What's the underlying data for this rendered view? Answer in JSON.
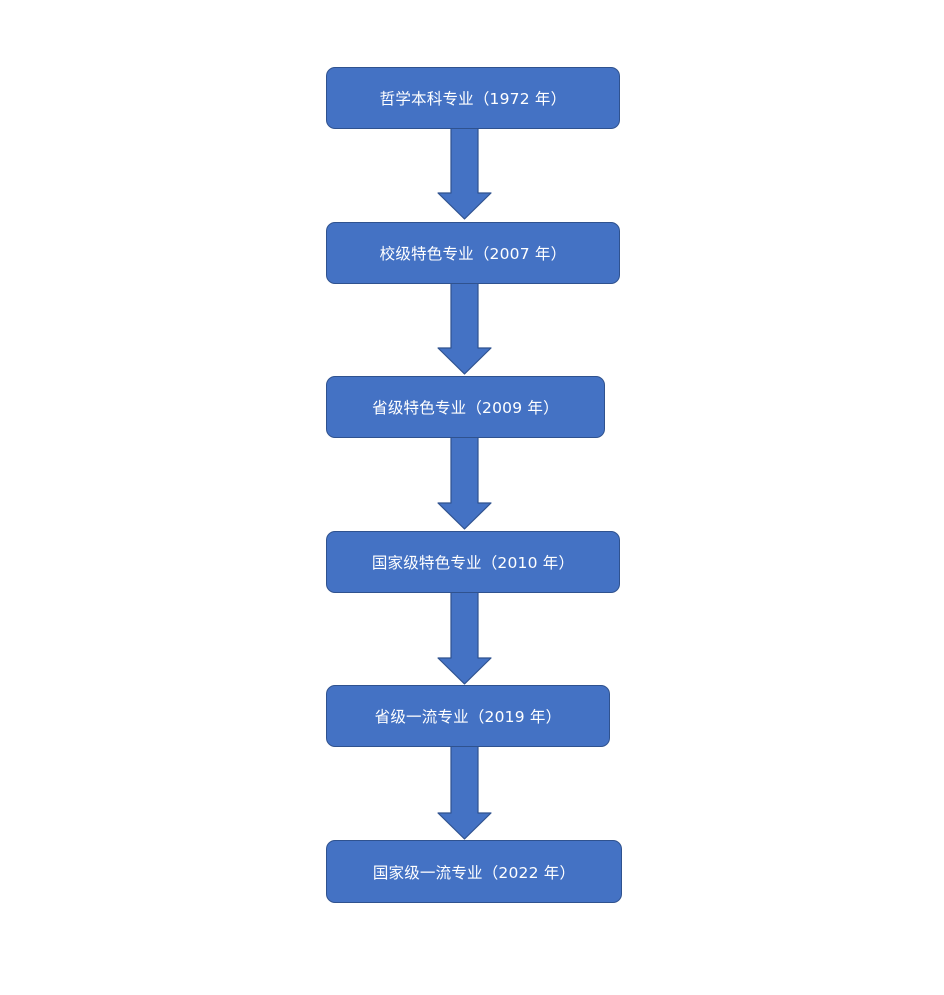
{
  "colors": {
    "node_fill": "#4472c4",
    "node_border": "#2f528f",
    "arrow_fill": "#4472c4",
    "arrow_border": "#2f528f",
    "label_text": "#ffffff"
  },
  "flowchart": {
    "nodes": [
      {
        "label": "哲学本科专业（1972 年）"
      },
      {
        "label": "校级特色专业（2007 年）"
      },
      {
        "label": "省级特色专业（2009 年）"
      },
      {
        "label": "国家级特色专业（2010 年）"
      },
      {
        "label": "省级一流专业（2019 年）"
      },
      {
        "label": "国家级一流专业（2022 年）"
      }
    ],
    "connector_icon": "down-arrow-icon"
  }
}
